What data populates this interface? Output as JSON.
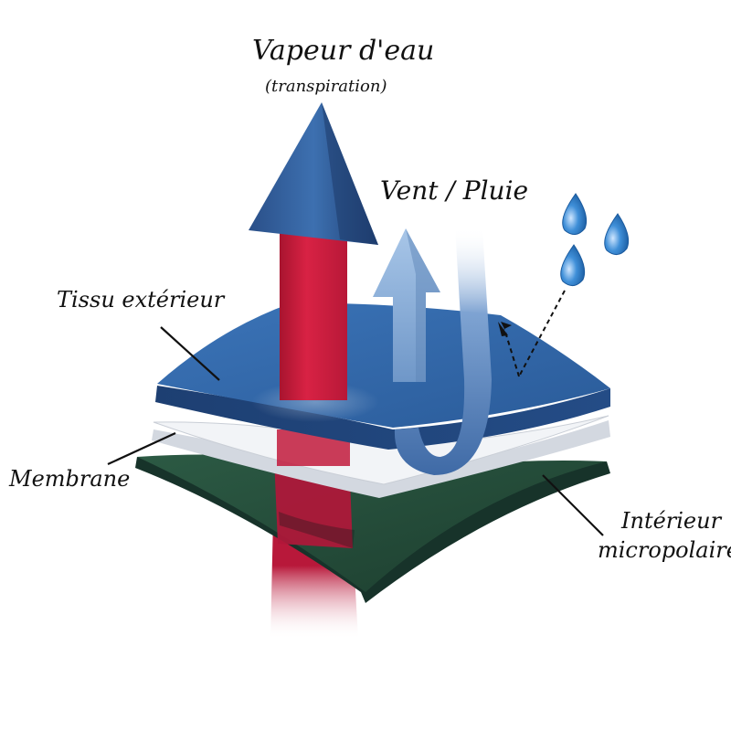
{
  "labels": {
    "vapour_title": "Vapeur d'eau",
    "vapour_sub": "(transpiration)",
    "wind_rain": "Vent / Pluie",
    "outer_fabric": "Tissu extérieur",
    "membrane": "Membrane",
    "inner_line1": "Intérieur",
    "inner_line2": "micropolaire"
  },
  "colors": {
    "outer_fabric": "#2f64a6",
    "membrane": "#eef1f5",
    "inner_fleece": "#234a38",
    "vapour_arrow": "#c81838",
    "vapour_head": "#2e5a94",
    "wind_arrow": "#8fb3dc",
    "rain_drop": "#3a86cf"
  },
  "icons": [
    "water-drop-icon",
    "upward-arrow-icon",
    "bent-arrow-icon"
  ]
}
